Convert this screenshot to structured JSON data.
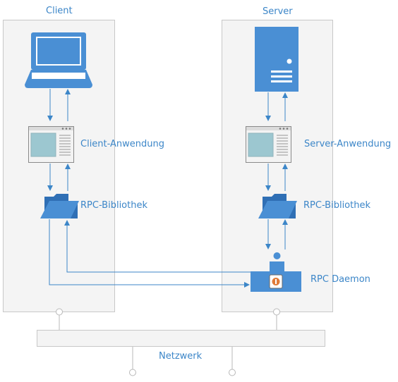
{
  "client": {
    "title": "Client",
    "app_label": "Client-Anwendung",
    "lib_label": "RPC-Bibliothek"
  },
  "server": {
    "title": "Server",
    "app_label": "Server-Anwendung",
    "lib_label": "RPC-Bibliothek",
    "daemon_label": "RPC Daemon"
  },
  "network": {
    "label": "Netzwerk"
  },
  "colors": {
    "accent": "#3c86c8",
    "icon_blue": "#4a8fd4",
    "panel_bg": "#f4f4f4",
    "panel_border": "#c8c8c8"
  },
  "icons": {
    "client_computer": "laptop-icon",
    "client_app": "application-window-icon",
    "client_lib": "folder-icon",
    "server_computer": "server-tower-icon",
    "server_app": "application-window-icon",
    "server_lib": "folder-icon",
    "daemon": "daemon-service-icon"
  }
}
